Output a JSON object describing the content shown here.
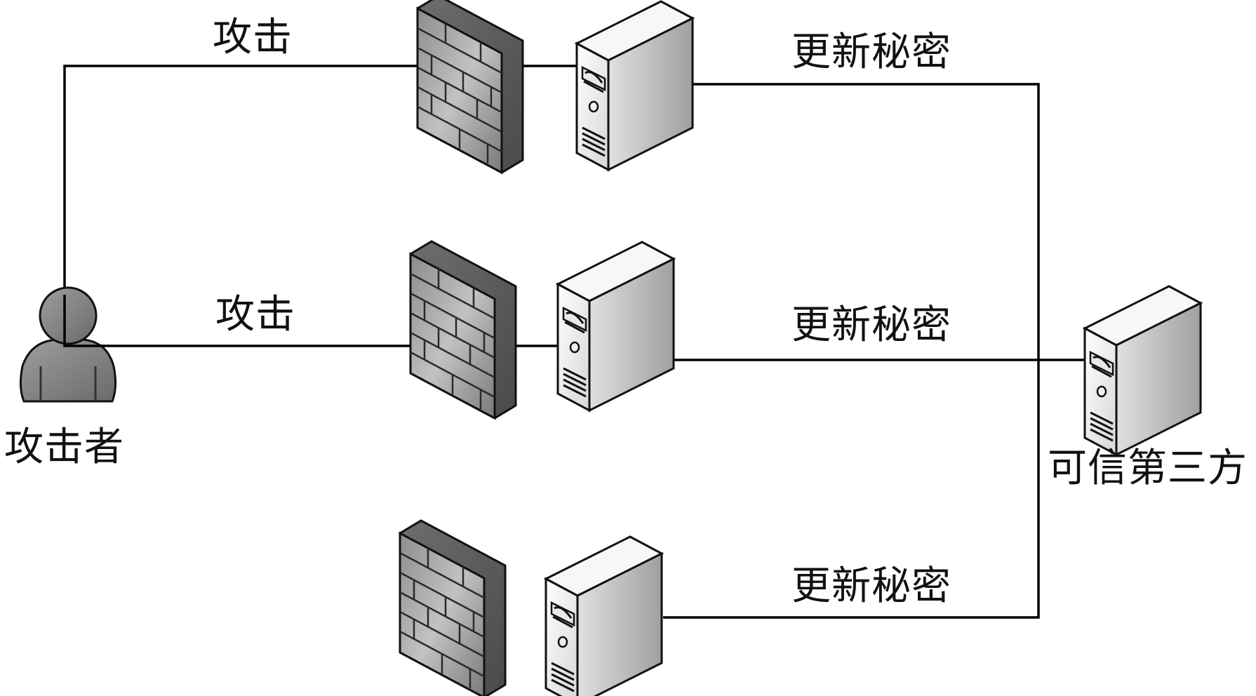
{
  "labels": {
    "attacker": "攻击者",
    "trusted_third_party": "可信第三方",
    "attack_top": "攻击",
    "attack_mid": "攻击",
    "update_top": "更新秘密",
    "update_mid": "更新秘密",
    "update_bottom": "更新秘密"
  },
  "icons": {
    "attacker": "person-icon",
    "firewall": "firewall-icon",
    "server": "server-icon"
  },
  "colors": {
    "line": "#000000",
    "icon_outline": "#111111",
    "person_fill": "#8a8a8a",
    "firewall_front": "#a8a8a8",
    "server_front": "#f2f2f2",
    "server_side": "#bdbdbd"
  }
}
